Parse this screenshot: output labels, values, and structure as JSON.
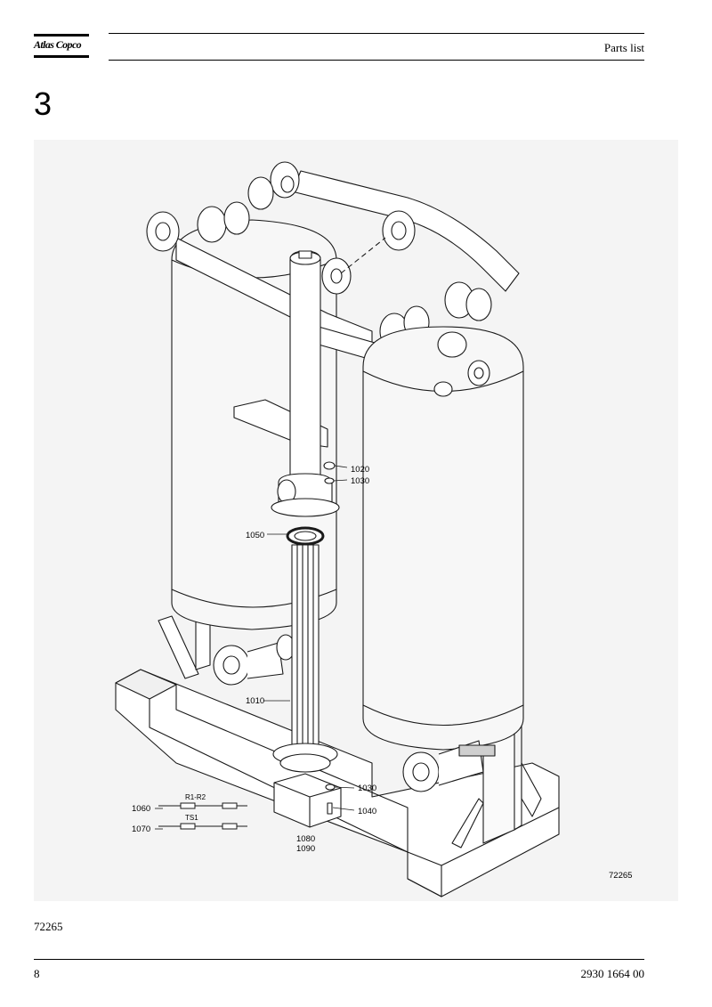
{
  "header": {
    "brand": "Atlas Copco",
    "title": "Parts list"
  },
  "section_number": "3",
  "figure": {
    "drawing_number": "72265",
    "callouts": [
      "1010",
      "1020",
      "1030",
      "1030",
      "1040",
      "1050",
      "1060",
      "1070",
      "1080",
      "1090"
    ],
    "cable_labels": [
      "R1-R2",
      "TS1"
    ]
  },
  "image_reference": "72265",
  "footer": {
    "page_number": "8",
    "document_number": "2930 1664 00"
  }
}
